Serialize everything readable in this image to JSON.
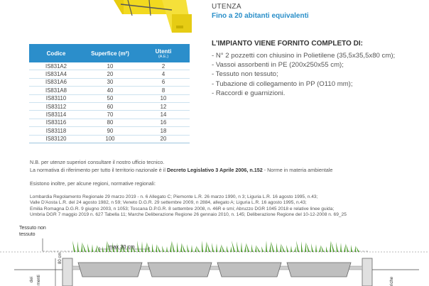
{
  "usage": {
    "label": "UTENZA",
    "value": "Fino a 20 abitanti equivalenti"
  },
  "supply": {
    "title": "L'IMPIANTO VIENE FORNITO COMPLETO DI:",
    "items": [
      "- N° 2 pozzetti con chiusino in Polietilene (35,5x35,5x80 cm);",
      "- Vassoi assorbenti in PE (200x250x55 cm);",
      "- Tessuto non tessuto;",
      "- Tubazione di collegamento in PP (O110 mm);",
      "- Raccordi e guarnizioni."
    ]
  },
  "table": {
    "headers": {
      "code": "Codice",
      "surface": "Superfice (m²)",
      "users": "Utenti",
      "users_sub": "(A.E.)"
    },
    "rows": [
      [
        "IS831A2",
        "10",
        "2"
      ],
      [
        "IS831A4",
        "20",
        "4"
      ],
      [
        "IS831A6",
        "30",
        "6"
      ],
      [
        "IS831A8",
        "40",
        "8"
      ],
      [
        "IS83110",
        "50",
        "10"
      ],
      [
        "IS83112",
        "60",
        "12"
      ],
      [
        "IS83114",
        "70",
        "14"
      ],
      [
        "IS83116",
        "80",
        "16"
      ],
      [
        "IS83118",
        "90",
        "18"
      ],
      [
        "IS83120",
        "100",
        "20"
      ]
    ]
  },
  "notes": {
    "line1": "N.B. per utenze superiori consultare il nostro ufficio tecnico.",
    "line2_pre": "La normativa di riferimento per tutto il territorio nazionale è il ",
    "line2_bold": "Decreto Legislativo 3 Aprile 2006, n.152",
    "line2_post": " - Norme in materia ambientale",
    "line3": "Esistono inoltre, per alcune regioni, normative regionali:",
    "regions": [
      "Lombardia Regolamento Regionale 29 marzo 2019 - n. 6 Allegato C; Piemonte L.R. 26 marzo 1990, n 3; Liguria L.R. 16 agosto 1995, n.43;",
      "Valle D'Aosta L.R. del 24 agosto 1982, n 59; Veneto D.G.R. 29 settembre 2009, n 2884, allegato A; Liguria L.R. 16 agosto 1995, n.43;",
      "Emilia Romagna D.G.R. 9 giugno 2003, n 1053; Toscana D.P.G.R. 8 settembre 2008, n. 46R e smi; Abruzzo DGR 1045 2018 e relative linee guida;",
      "Umbria DGR 7 maggio 2019 n. 627 Tabella 11; Marche Deliberazione Regione 26 gennaio 2010, n. 145; Deliberazione Regione del 10-12-2008 n. 69_25"
    ]
  },
  "diagram": {
    "label_tessuto": "Tessuto non",
    "label_tessuto_2": "tessuto",
    "label_max": "max 30 cm",
    "label_80": "80 cm",
    "label_dei": "dei",
    "label_menti": "menti",
    "label_riche": "riche",
    "colors": {
      "grass": "#4c9a2a",
      "soil": "#ffffff",
      "tray": "#8a8a8a",
      "pipe": "#999999"
    }
  },
  "product": {
    "colors": {
      "box": "#f2d91f",
      "frame": "#555555"
    }
  }
}
